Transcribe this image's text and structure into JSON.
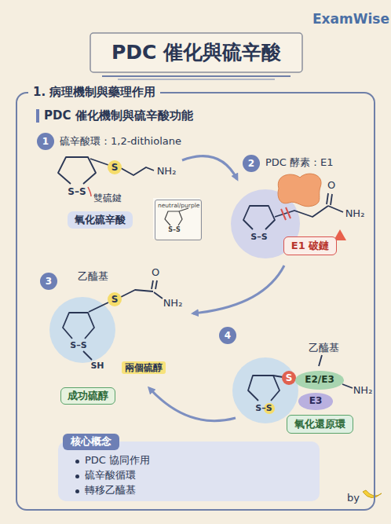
{
  "diagram": {
    "title": "PDC 催化與硫辛酸",
    "nodes": [
      {
        "text": [
          "1. 病理機制與藥理作用",
          "PDC 催化機制與硫辛酸功能"
        ]
      },
      {
        "text": [
          "氧化硫辛酸"
        ],
        "in": 0
      },
      {
        "text": [
          "neutral/purple"
        ],
        "in": 0
      },
      {
        "text": [
          "E1 破鏈"
        ],
        "in": 0
      },
      {
        "text": [
          "成功硫醇"
        ],
        "in": 0
      },
      {
        "text": [
          "E2/E3"
        ],
        "in": 0
      },
      {
        "text": [
          "E3"
        ],
        "in": 0
      },
      {
        "text": [
          "氧化還原環"
        ],
        "in": 0
      },
      {
        "text": [
          "核心概念",
          "PDC 協同作用",
          "硫辛酸循環",
          "轉移乙醯基"
        ],
        "in": 0
      }
    ],
    "labels": [
      "ExamWise",
      "1",
      "硫辛酸環：1,2-dithiolane",
      "S–S",
      "S",
      "NH₂",
      "雙硫鍵",
      "S–S",
      "2",
      "PDC 酵素：E1",
      "S–S",
      "O",
      "NH₂",
      "3",
      "乙醯基",
      "S",
      "O",
      "NH₂",
      "S–S",
      "SH",
      "兩個硫醇",
      "4",
      "乙醯基",
      "S",
      "NH₂",
      "S–S",
      "by"
    ]
  }
}
